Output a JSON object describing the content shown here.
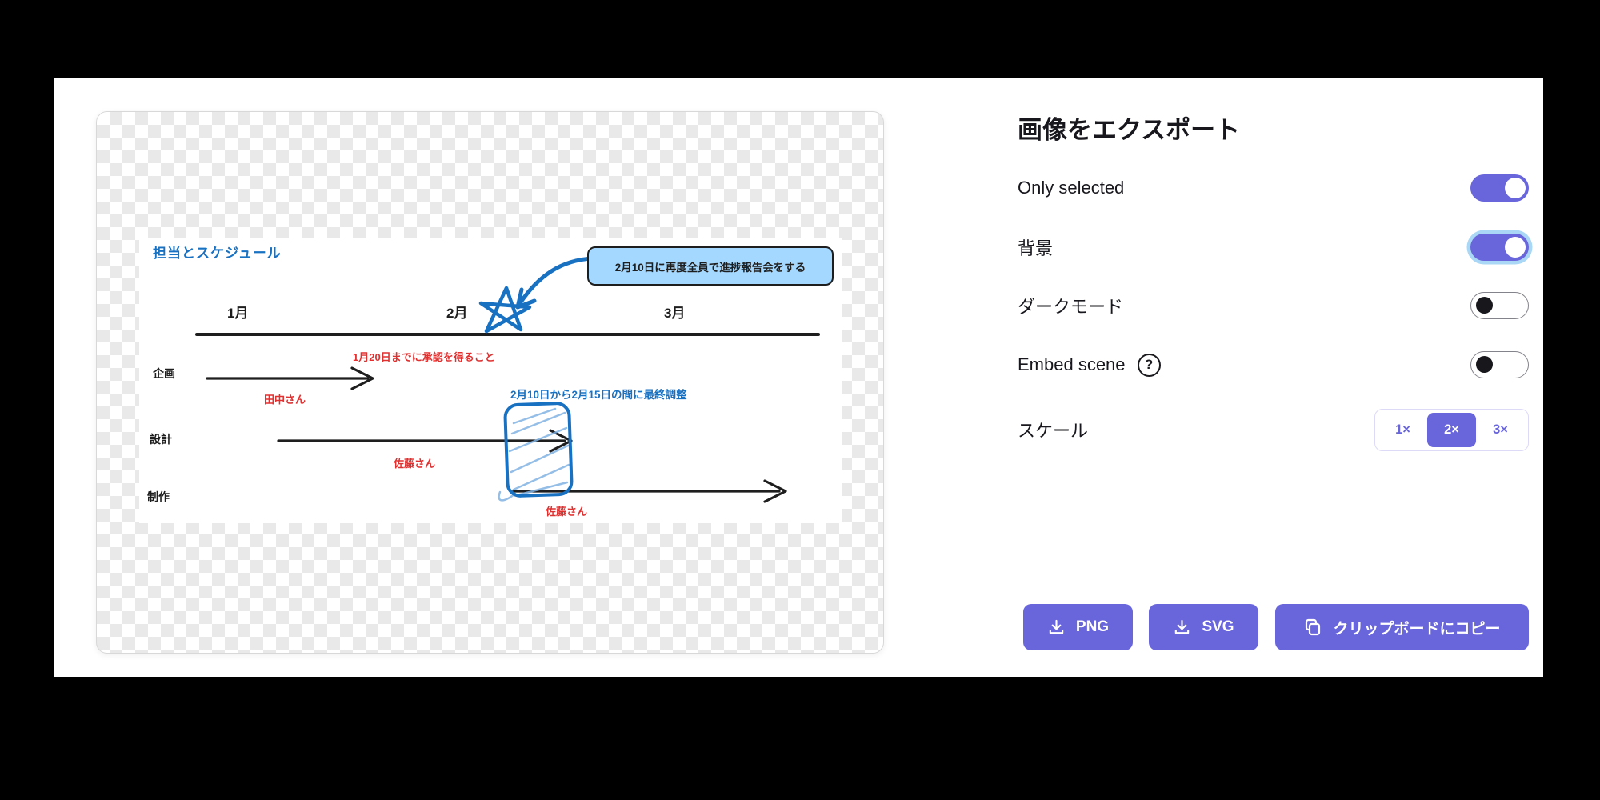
{
  "dialog": {
    "title": "画像をエクスポート",
    "toggles": [
      {
        "id": "only-selected",
        "label": "Only selected",
        "on": true,
        "focused": false
      },
      {
        "id": "background",
        "label": "背景",
        "on": true,
        "focused": true
      },
      {
        "id": "dark-mode",
        "label": "ダークモード",
        "on": false,
        "focused": false
      },
      {
        "id": "embed-scene",
        "label": "Embed scene",
        "on": false,
        "focused": false,
        "help_icon": "help-circle-icon",
        "help_glyph": "?"
      }
    ],
    "scale": {
      "label": "スケール",
      "options": [
        "1×",
        "2×",
        "3×"
      ],
      "selected": "2×"
    },
    "buttons": [
      {
        "label": "PNG",
        "icon": "download-icon"
      },
      {
        "label": "SVG",
        "icon": "download-icon"
      },
      {
        "label": "クリップボードにコピー",
        "icon": "copy-icon"
      }
    ]
  },
  "preview": {
    "drawing": {
      "title": "担当とスケジュール",
      "callout": "2月10日に再度全員で進捗報告会をする",
      "months": [
        "1月",
        "2月",
        "3月"
      ],
      "row_labels": [
        "企画",
        "設計",
        "制作"
      ],
      "deadline_note": "1月20日までに承認を得ること",
      "assignee_planning": "田中さん",
      "adjustment_note": "2月10日から2月15日の間に最終調整",
      "assignee_design": "佐藤さん",
      "assignee_production": "佐藤さん"
    }
  },
  "colors": {
    "accent": "#6965db",
    "drawing_blue": "#1971c2",
    "light_blue_fill": "#a5d8ff",
    "red": "#e03131",
    "ink": "#1e1e1e",
    "focus_ring": "#a9d7f5",
    "checker_gray": "#e9e9e9"
  }
}
